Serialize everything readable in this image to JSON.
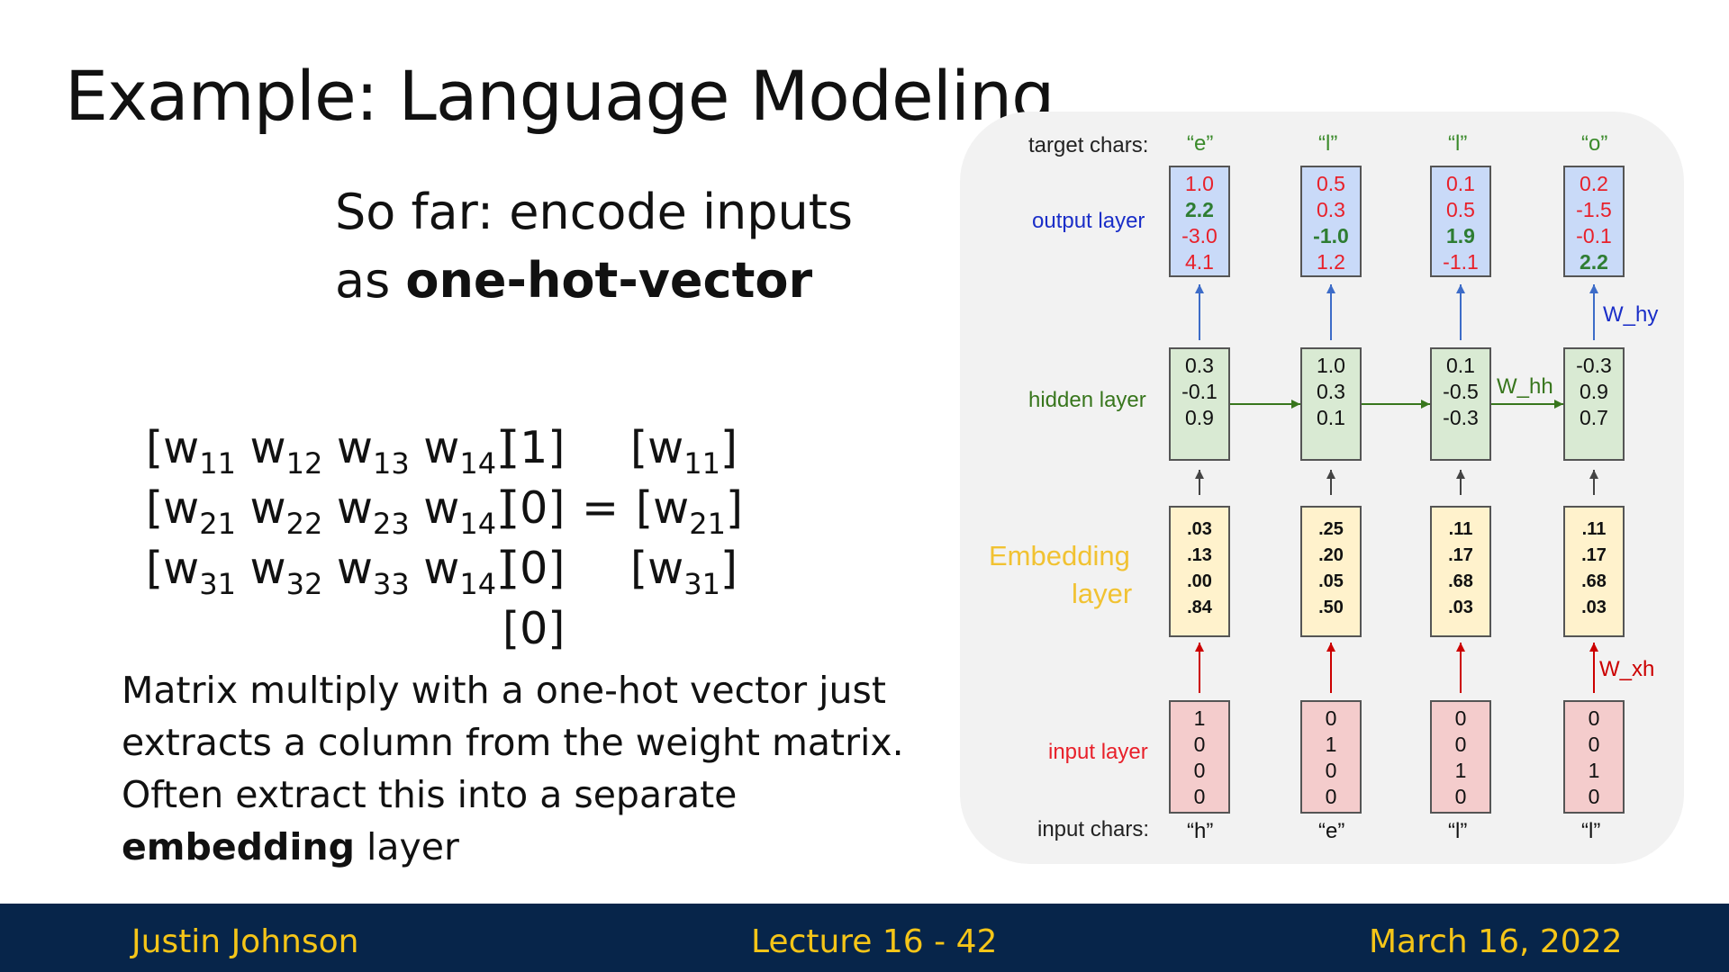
{
  "slide": {
    "title": "Example: Language Modeling",
    "subtitle_line1": "So far: encode inputs",
    "subtitle_line2_prefix": "as ",
    "subtitle_line2_bold": "one-hot-vector"
  },
  "matrix": {
    "rows": [
      {
        "w": [
          [
            "w",
            "11"
          ],
          [
            "w",
            "12"
          ],
          [
            "w",
            "13"
          ],
          [
            "w",
            "14"
          ]
        ],
        "vec": "[1]",
        "eq": "",
        "res": [
          "w",
          "11"
        ]
      },
      {
        "w": [
          [
            "w",
            "21"
          ],
          [
            "w",
            "22"
          ],
          [
            "w",
            "23"
          ],
          [
            "w",
            "14"
          ]
        ],
        "vec": "[0]",
        "eq": "=",
        "res": [
          "w",
          "21"
        ]
      },
      {
        "w": [
          [
            "w",
            "31"
          ],
          [
            "w",
            "32"
          ],
          [
            "w",
            "33"
          ],
          [
            "w",
            "14"
          ]
        ],
        "vec": "[0]",
        "eq": "",
        "res": [
          "w",
          "31"
        ]
      }
    ],
    "last_vec": "[0]"
  },
  "explanation": {
    "line1": "Matrix multiply with a one-hot vector just",
    "line2": "extracts a column from the weight matrix.",
    "line3": "Often extract this into a separate",
    "line4_bold": "embedding",
    "line4_rest": " layer"
  },
  "diagram": {
    "labels": {
      "target": "target chars:",
      "output": "output layer",
      "hidden": "hidden layer",
      "embedding_1": "Embedding",
      "embedding_2": "layer",
      "input": "input layer",
      "input_chars": "input chars:",
      "w_hy": "W_hy",
      "w_hh": "W_hh",
      "w_xh": "W_xh"
    },
    "target_chars": [
      "“e”",
      "“l”",
      "“l”",
      "“o”"
    ],
    "input_chars": [
      "“h”",
      "“e”",
      "“l”",
      "“l”"
    ],
    "output": [
      [
        "1.0",
        "2.2",
        "-3.0",
        "4.1"
      ],
      [
        "0.5",
        "0.3",
        "-1.0",
        "1.2"
      ],
      [
        "0.1",
        "0.5",
        "1.9",
        "-1.1"
      ],
      [
        "0.2",
        "-1.5",
        "-0.1",
        "2.2"
      ]
    ],
    "output_highlight": [
      1,
      2,
      2,
      3
    ],
    "hidden": [
      [
        "0.3",
        "-0.1",
        "0.9"
      ],
      [
        "1.0",
        "0.3",
        "0.1"
      ],
      [
        "0.1",
        "-0.5",
        "-0.3"
      ],
      [
        "-0.3",
        "0.9",
        "0.7"
      ]
    ],
    "embedding": [
      [
        ".03",
        ".13",
        ".00",
        ".84"
      ],
      [
        ".25",
        ".20",
        ".05",
        ".50"
      ],
      [
        ".11",
        ".17",
        ".68",
        ".03"
      ],
      [
        ".11",
        ".17",
        ".68",
        ".03"
      ]
    ],
    "input": [
      [
        "1",
        "0",
        "0",
        "0"
      ],
      [
        "0",
        "1",
        "0",
        "0"
      ],
      [
        "0",
        "0",
        "1",
        "0"
      ],
      [
        "0",
        "0",
        "1",
        "0"
      ]
    ],
    "colors": {
      "output_label": "#1a2ec8",
      "hidden_label": "#38761d",
      "embedding_label": "#f1c232",
      "input_label": "#e8202a",
      "arrow_blue": "#3d6cc8",
      "arrow_green": "#38761d",
      "arrow_red": "#cc0000",
      "arrow_dark": "#444444"
    }
  },
  "footer": {
    "author": "Justin Johnson",
    "lecture": "Lecture 16 -  42",
    "date": "March 16, 2022",
    "background": "#07254a",
    "text_color": "#f5c518"
  }
}
